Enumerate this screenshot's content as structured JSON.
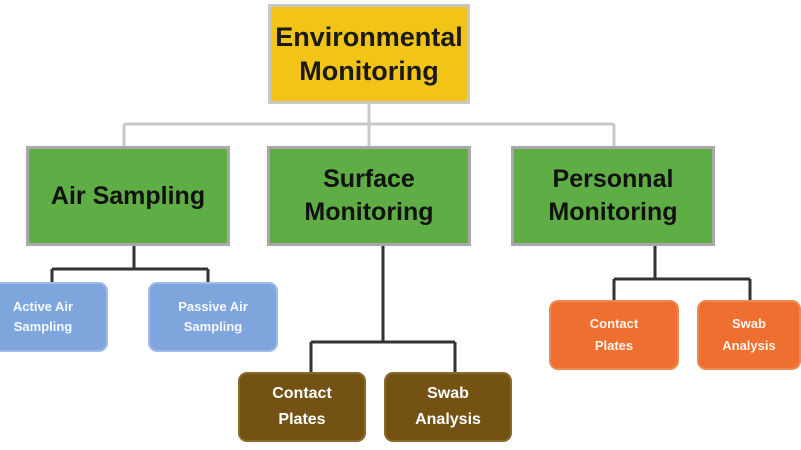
{
  "root": {
    "label": "Environmental\nMonitoring"
  },
  "categories": [
    {
      "label": "Air Sampling",
      "children": [
        "Active Air\nSampling",
        "Passive Air\nSampling"
      ]
    },
    {
      "label": "Surface\nMonitoring",
      "children": [
        "Contact\nPlates",
        "Swab\nAnalysis"
      ]
    },
    {
      "label": "Personnal\nMonitoring",
      "children": [
        "Contact\nPlates",
        "Swab\nAnalysis"
      ]
    }
  ],
  "colors": {
    "root": "#f2c417",
    "category": "#5fae45",
    "air_children": "#7fa6dc",
    "surface_children": "#735214",
    "personnel_children": "#ee6f30",
    "connector": "#c8c8c8",
    "connector_dark": "#333333"
  }
}
